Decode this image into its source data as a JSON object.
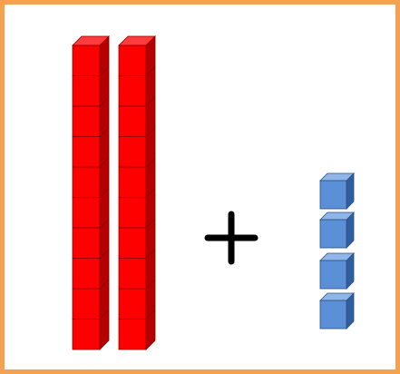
{
  "colors": {
    "frame": "#f4a24f",
    "ten_rod_front": "#ff0000",
    "ten_rod_top": "#ff3b3b",
    "ten_rod_side": "#b40000",
    "ten_rod_line": "#8a0000",
    "unit_front": "#5b8fd6",
    "unit_top": "#8fb6e8",
    "unit_side": "#2f5f9e",
    "unit_edge": "#2b4f80",
    "operator": "#000000"
  },
  "blocks": {
    "ten_rods": [
      {
        "label": "",
        "units": 10
      },
      {
        "label": "",
        "units": 10
      }
    ],
    "unit_cubes": 4
  },
  "operator": {
    "symbol": "plus",
    "icon": "plus-icon"
  }
}
